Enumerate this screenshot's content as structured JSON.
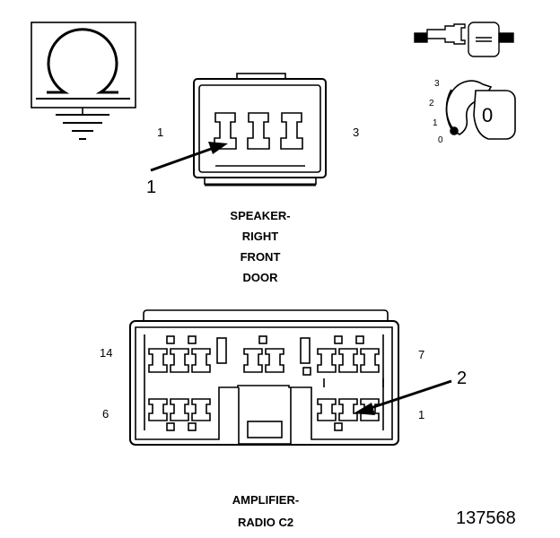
{
  "speaker_connector": {
    "pin_left": "1",
    "pin_right": "3",
    "callout": "1",
    "caption": [
      "SPEAKER-",
      "RIGHT",
      "FRONT",
      "DOOR"
    ]
  },
  "amplifier_connector": {
    "pin_top_left": "14",
    "pin_top_right": "7",
    "pin_bottom_left": "6",
    "pin_bottom_right": "1",
    "callout": "2",
    "caption": [
      "AMPLIFIER-",
      "RADIO C2"
    ]
  },
  "lock_key": {
    "positions": [
      "3",
      "2",
      "1",
      "0"
    ],
    "key_label": "0"
  },
  "figure_number": "137568",
  "icons": [
    "ground-symbol-icon",
    "connector-key-icon",
    "lock-position-icon"
  ]
}
